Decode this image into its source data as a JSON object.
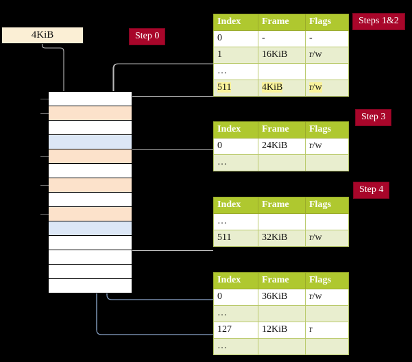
{
  "diagram": {
    "title_hidden": "",
    "page_size_box": {
      "label": "4KiB"
    },
    "badges": [
      {
        "id": "steps12",
        "label": "Steps 1&2"
      },
      {
        "id": "step0",
        "label": "Step 0"
      },
      {
        "id": "step3",
        "label": "Step 3"
      },
      {
        "id": "step4",
        "label": "Step 4"
      }
    ],
    "colors": {
      "badge_bg": "#A8062A",
      "badge_text": "#FFFFFF",
      "table_header_bg": "#AFC82F",
      "table_header_text": "#FFFFFF",
      "table_alt_row_bg": "#E9EECF",
      "table_border": "#B9C96A",
      "highlight_yellow": "#FAF39B",
      "page_box_bg": "#FBEFD5",
      "memory_orange": "#FCE2CB",
      "memory_blue": "#DCE7F6",
      "memory_white": "#FFFFFF",
      "wire_grey": "#B0B0B0",
      "wire_blue": "#7E9BC4",
      "background": "#000000"
    },
    "table_columns": [
      "Index",
      "Frame",
      "Flags"
    ],
    "tables": [
      {
        "id": "l4",
        "name": "level-4-page-table",
        "columns": [
          "Index",
          "Frame",
          "Flags"
        ],
        "rows": [
          {
            "style": "plain",
            "cells": [
              "0",
              "-",
              "-"
            ],
            "highlight": false
          },
          {
            "style": "alt",
            "cells": [
              "1",
              "16KiB",
              "r/w"
            ],
            "highlight": false
          },
          {
            "style": "plain",
            "cells": [
              "…",
              "",
              ""
            ],
            "highlight": false
          },
          {
            "style": "alt",
            "cells": [
              "511",
              "4KiB",
              "r/w"
            ],
            "highlight": true
          }
        ]
      },
      {
        "id": "l3",
        "name": "level-3-page-table",
        "columns": [
          "Index",
          "Frame",
          "Flags"
        ],
        "rows": [
          {
            "style": "plain",
            "cells": [
              "0",
              "24KiB",
              "r/w"
            ],
            "highlight": false
          },
          {
            "style": "alt",
            "cells": [
              "…",
              "",
              ""
            ],
            "highlight": false
          }
        ]
      },
      {
        "id": "l2",
        "name": "level-2-page-table",
        "columns": [
          "Index",
          "Frame",
          "Flags"
        ],
        "rows": [
          {
            "style": "plain",
            "cells": [
              "…",
              "",
              ""
            ],
            "highlight": false
          },
          {
            "style": "alt",
            "cells": [
              "511",
              "32KiB",
              "r/w"
            ],
            "highlight": false
          }
        ]
      },
      {
        "id": "l1",
        "name": "level-1-page-table",
        "columns": [
          "Index",
          "Frame",
          "Flags"
        ],
        "rows": [
          {
            "style": "plain",
            "cells": [
              "0",
              "36KiB",
              "r/w"
            ],
            "highlight": false
          },
          {
            "style": "alt",
            "cells": [
              "…",
              "",
              ""
            ],
            "highlight": false
          },
          {
            "style": "plain",
            "cells": [
              "127",
              "12KiB",
              "r"
            ],
            "highlight": false
          },
          {
            "style": "alt",
            "cells": [
              "…",
              "",
              ""
            ],
            "highlight": false
          }
        ]
      }
    ],
    "memory": {
      "name": "physical-memory-column",
      "rows": [
        {
          "fill": "white",
          "tick": true
        },
        {
          "fill": "orange",
          "tick": true
        },
        {
          "fill": "white",
          "tick": false
        },
        {
          "fill": "blue",
          "tick": false
        },
        {
          "fill": "orange",
          "tick": true
        },
        {
          "fill": "white",
          "tick": false
        },
        {
          "fill": "orange",
          "tick": true
        },
        {
          "fill": "white",
          "tick": false
        },
        {
          "fill": "orange",
          "tick": true
        },
        {
          "fill": "blue",
          "tick": false
        },
        {
          "fill": "white",
          "tick": false
        },
        {
          "fill": "white",
          "tick": false
        },
        {
          "fill": "white",
          "tick": false
        },
        {
          "fill": "white",
          "tick": false
        }
      ]
    }
  }
}
